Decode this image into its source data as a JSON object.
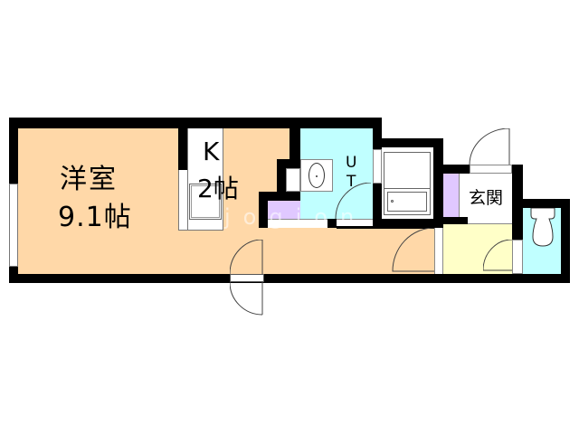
{
  "floorplan": {
    "rooms": [
      {
        "id": "western-room",
        "name": "洋室",
        "size": "9.1帖",
        "color": "#FFD8A8"
      },
      {
        "id": "kitchen",
        "name": "K",
        "size": "2帖",
        "color": "#FFD8A8"
      },
      {
        "id": "utility",
        "name": "U T",
        "line1": "U",
        "line2": "T",
        "color": "#C0FFFF"
      },
      {
        "id": "bath",
        "name": "",
        "color": "#FFFFFF"
      },
      {
        "id": "entrance",
        "name": "玄関",
        "color": "#FFFFC8"
      },
      {
        "id": "toilet",
        "name": "",
        "color": "#C0FFFF"
      }
    ],
    "storage_color": "#E0C8FF",
    "wall_color": "#000000",
    "watermark": "jogion"
  }
}
